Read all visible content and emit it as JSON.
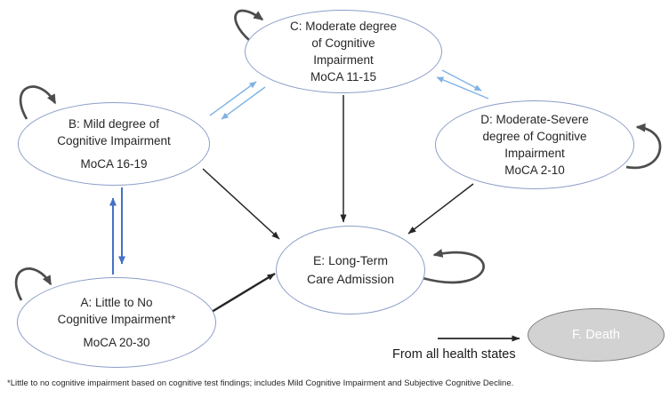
{
  "diagram": {
    "nodes": {
      "A": {
        "lines": [
          "A: Little to No",
          "Cognitive Impairment*",
          "MoCA 20-30"
        ]
      },
      "B": {
        "lines": [
          "B: Mild degree of",
          "Cognitive Impairment",
          "MoCA 16-19"
        ]
      },
      "C": {
        "lines": [
          "C: Moderate degree",
          "of Cognitive",
          "Impairment",
          "MoCA 11-15"
        ]
      },
      "D": {
        "lines": [
          "D: Moderate-Severe",
          "degree of Cognitive",
          "Impairment",
          "MoCA 2-10"
        ]
      },
      "E": {
        "lines": [
          "E: Long-Term",
          "Care Admission"
        ]
      },
      "F": {
        "lines": [
          "F. Death"
        ]
      }
    },
    "death_arrow_label": "From all health states",
    "footnote": "*Little to no cognitive impairment based on cognitive test findings; includes Mild Cognitive Impairment and Subjective Cognitive Decline.",
    "colors": {
      "node_border": "#8d9dc9",
      "transition_light_blue": "#7fb2e5",
      "transition_dark_blue": "#4472c4",
      "arrow_black": "#262626",
      "self_loop_gray": "#4d4d4d",
      "death_fill": "#d2d2d2",
      "death_border": "#7f7f7f",
      "death_text": "#ffffff"
    }
  }
}
